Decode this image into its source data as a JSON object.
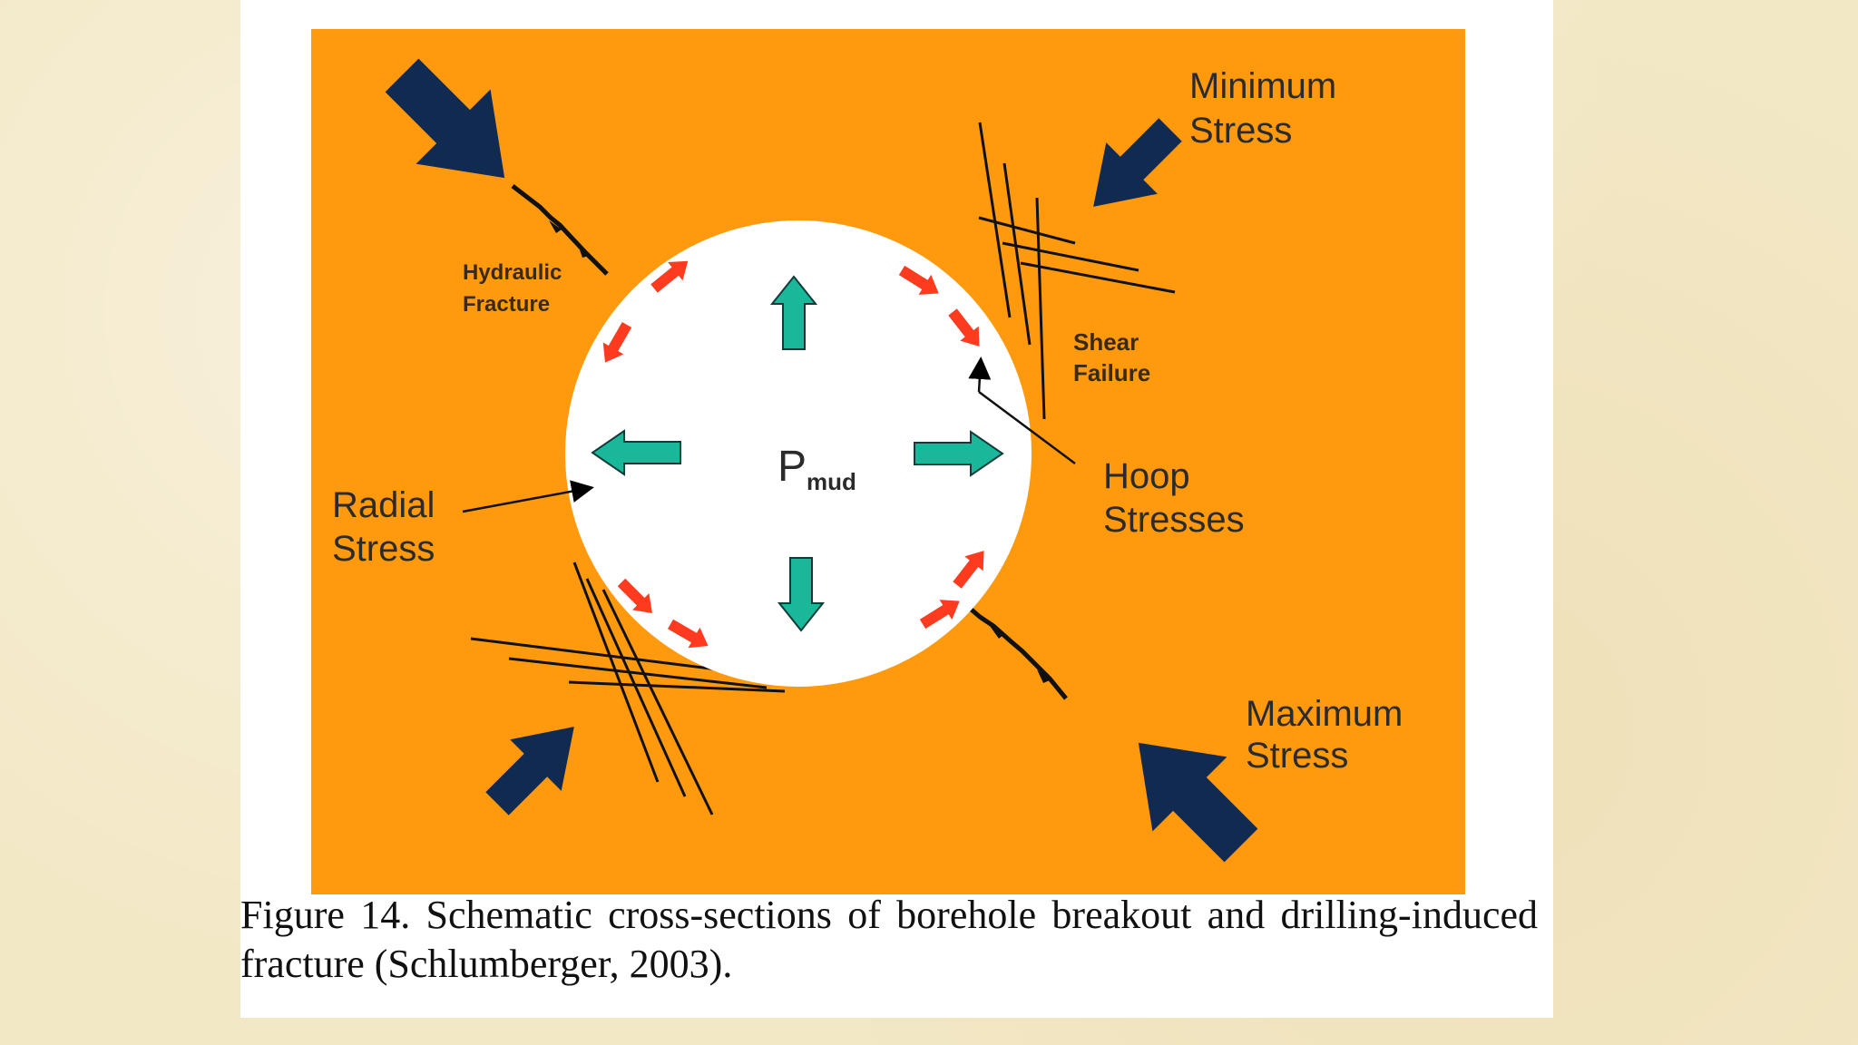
{
  "labels": {
    "hydraulic_fracture": [
      "Hydraulic",
      "Fracture"
    ],
    "minimum_stress": [
      "Minimum",
      "Stress"
    ],
    "shear_failure": [
      "Shear",
      "Failure"
    ],
    "hoop_stresses": [
      "Hoop",
      "Stresses"
    ],
    "radial_stress": [
      "Radial",
      "Stress"
    ],
    "maximum_stress": [
      "Maximum",
      "Stress"
    ],
    "pmud_main": "P",
    "pmud_sub": "mud"
  },
  "caption": "Figure 14. Schematic cross-sections of borehole breakout and drilling-induced fracture (Schlumberger, 2003).",
  "colors": {
    "background_orange": "#ff9a0f",
    "stress_arrow_navy": "#102a52",
    "pressure_arrow_teal": "#1ab89a",
    "hoop_arrow_red": "#ff3b1f",
    "borehole_white": "#ffffff"
  }
}
